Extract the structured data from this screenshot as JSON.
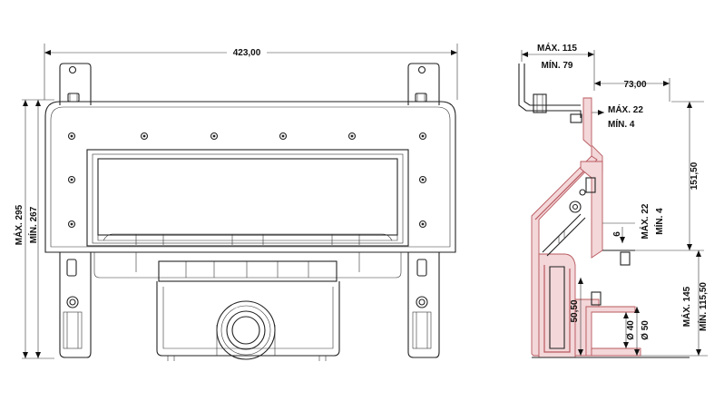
{
  "front_view": {
    "width_dim": "423,00",
    "height_max": "MÁX. 295",
    "height_min": "MÍN. 267"
  },
  "side_view": {
    "top_max": "MÁX. 115",
    "top_min": "MÍN. 79",
    "depth": "73,00",
    "flange_max": "MÁX. 22",
    "flange_min": "MÍN. 4",
    "height": "151,50",
    "step_max": "MÁX. 22",
    "step_min": "MÍN. 4",
    "gap": "6",
    "lower_height": "50,50",
    "pipe_inner": "Ø 40",
    "pipe_outer": "Ø 50",
    "bottom_max": "MÁX. 145",
    "bottom_min": "MÍN. 115,50"
  },
  "colors": {
    "line": "#222222",
    "section_red": "#b8585e",
    "section_fill": "#f3d7d9"
  }
}
